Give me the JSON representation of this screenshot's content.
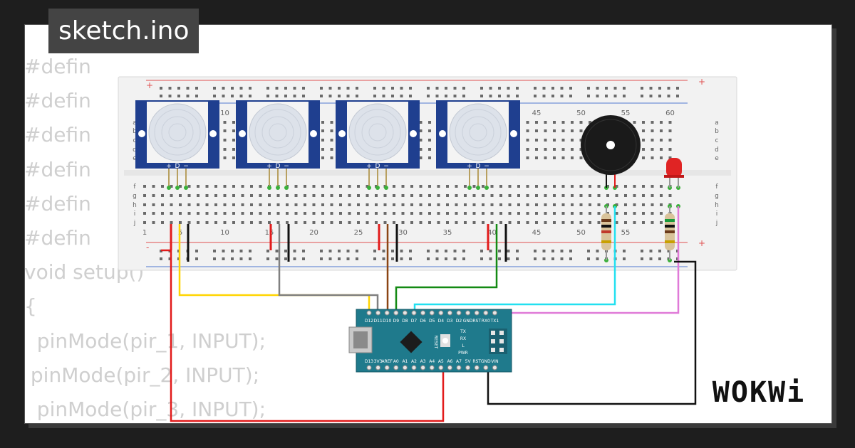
{
  "window": {
    "title": "sketch.ino"
  },
  "code_lines": [
    "#defin",
    "#defin",
    "#defin",
    "#defin",
    "#defin",
    "#defin",
    "void setup()",
    "{",
    "  pinMode(pir_1, INPUT);",
    " pinMode(pir_2, INPUT);",
    "  pinMode(pir_3, INPUT);"
  ],
  "breadboard": {
    "column_numbers": [
      "1",
      "5",
      "10",
      "15",
      "20",
      "25",
      "30",
      "35",
      "40",
      "45",
      "50",
      "55",
      "60"
    ],
    "row_letters_top": [
      "a",
      "b",
      "c",
      "d",
      "e"
    ],
    "row_letters_bottom": [
      "f",
      "g",
      "h",
      "i",
      "j"
    ],
    "rail_plus": "+",
    "rail_minus": "-"
  },
  "pir_pins": [
    "+",
    "D",
    "−"
  ],
  "arduino": {
    "top_pins": [
      "D12",
      "D11",
      "D10",
      "D9",
      "D8",
      "D7",
      "D6",
      "D5",
      "D4",
      "D3",
      "D2",
      "GND",
      "RST",
      "RX0",
      "TX1"
    ],
    "bottom_pins": [
      "D13",
      "3V3",
      "AREF",
      "A0",
      "A1",
      "A2",
      "A3",
      "A4",
      "A5",
      "A6",
      "A7",
      "5V",
      "RST",
      "GND",
      "VIN"
    ],
    "labels": [
      "RESET",
      "TX",
      "RX",
      "L",
      "PWR"
    ]
  },
  "brand": {
    "name": "WOKWi"
  },
  "colors": {
    "pir_board": "#1f3f8f",
    "board_bg": "#f2f2f2",
    "arduino": "#1f7a8c",
    "wire_red": "#e21b1b",
    "wire_black": "#111111",
    "wire_yellow": "#ffd400",
    "wire_gray": "#808080",
    "wire_brown": "#8b4513",
    "wire_green": "#148a14",
    "wire_cyan": "#22e0f0",
    "wire_violet": "#e07ad8"
  }
}
